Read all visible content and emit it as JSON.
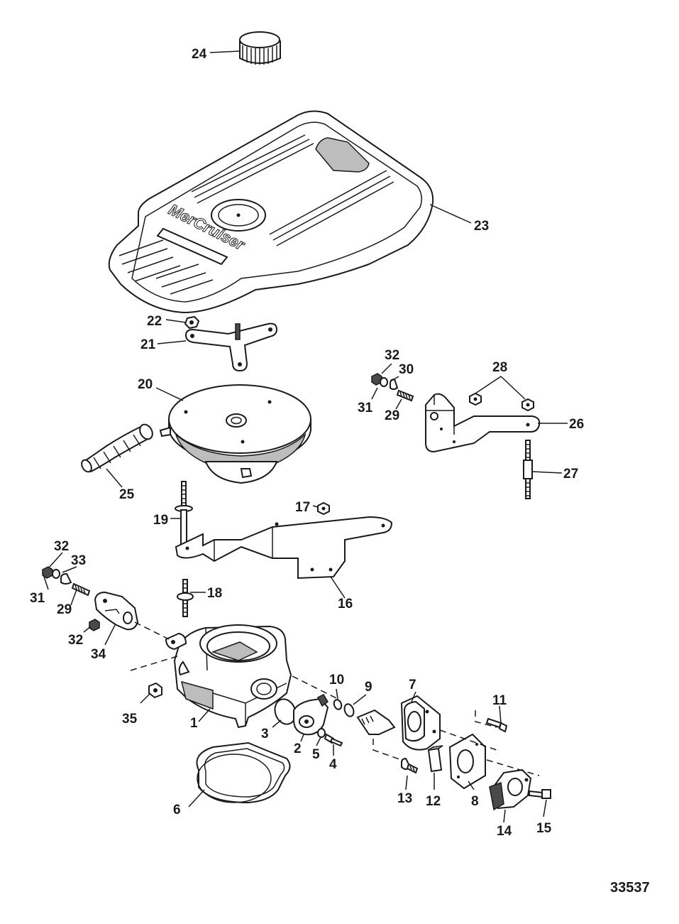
{
  "diagram": {
    "figure_number": "33537",
    "cover_logo_text": "MerCruiser",
    "callouts": [
      "24",
      "23",
      "22",
      "21",
      "20",
      "25",
      "32",
      "30",
      "31",
      "29",
      "28",
      "26",
      "27",
      "17",
      "19",
      "32",
      "33",
      "31",
      "29",
      "18",
      "16",
      "32",
      "34",
      "35",
      "1",
      "3",
      "2",
      "5",
      "4",
      "10",
      "9",
      "7",
      "11",
      "6",
      "13",
      "12",
      "8",
      "14",
      "15"
    ]
  }
}
